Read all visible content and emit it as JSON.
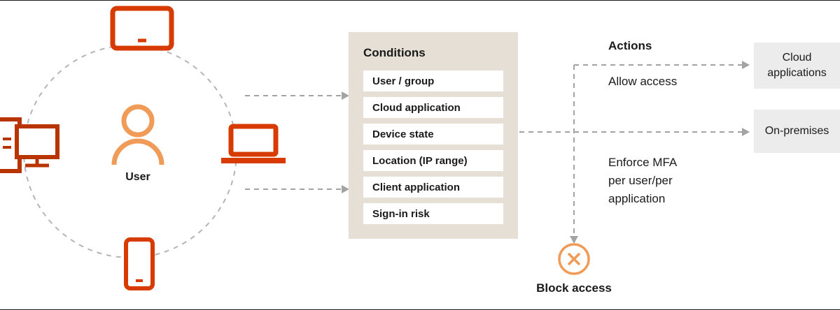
{
  "diagram": {
    "user": {
      "label": "User"
    },
    "conditions": {
      "title": "Conditions",
      "items": [
        "User / group",
        "Cloud application",
        "Device state",
        "Location (IP range)",
        "Client application",
        "Sign-in risk"
      ]
    },
    "actions": {
      "title": "Actions",
      "allow_label": "Allow access",
      "mfa_label": "Enforce MFA\nper user/per\napplication",
      "block_label": "Block access"
    },
    "destinations": {
      "cloud": "Cloud applications",
      "on_premises": "On-premises"
    },
    "icons": {
      "tablet": "tablet-icon",
      "desktop": "desktop-icon",
      "user": "user-icon",
      "laptop": "laptop-icon",
      "phone": "phone-icon",
      "block": "block-access-icon"
    },
    "colors": {
      "device_stroke": "#d83b01",
      "desktop_stroke": "#b83400",
      "person_stroke": "#f09b57",
      "conditions_bg": "#e5dfd6",
      "row_bg": "#ffffff",
      "destination_bg": "#ececec",
      "connector": "#a3a3a3",
      "text": "#1a1a1a"
    }
  }
}
